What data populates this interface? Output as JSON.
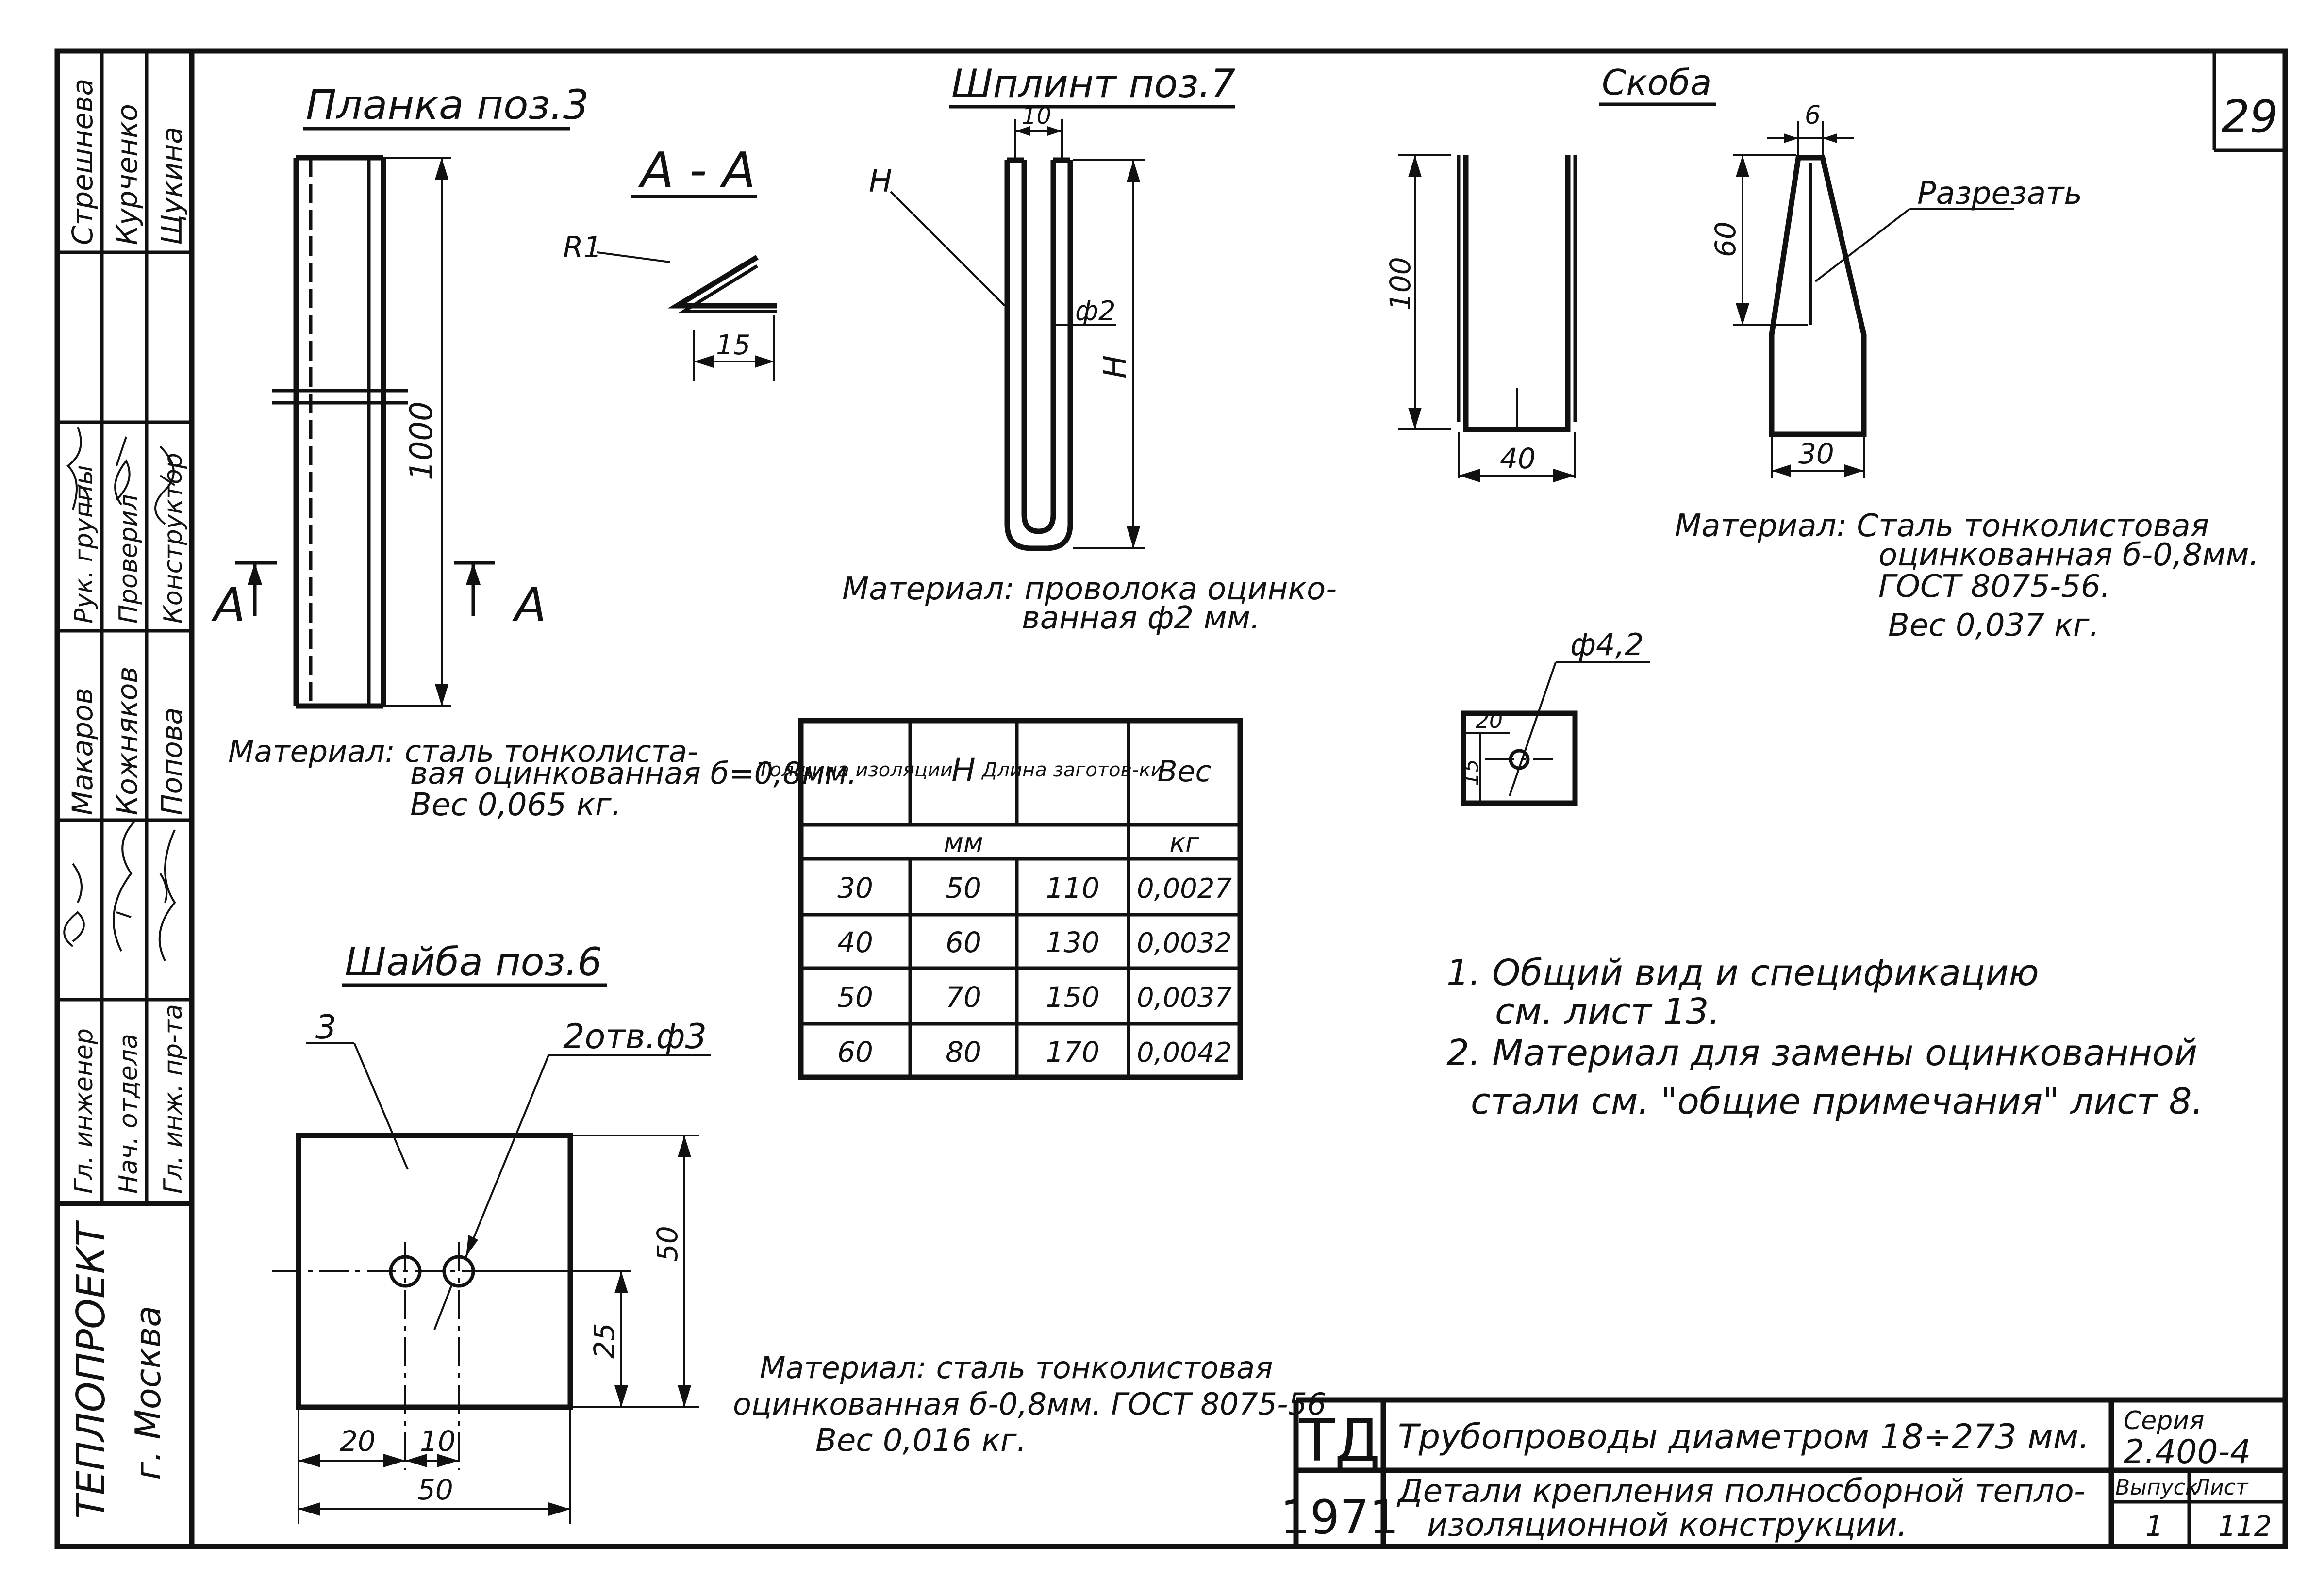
{
  "sheet_number": "29",
  "side_stamp": {
    "roles": [
      "Гл. инженер",
      "Нач. отдела",
      "Гл. инж. пр-та",
      "Рук. группы",
      "Проверил",
      "Конструктор"
    ],
    "names": [
      "Стрешнева",
      "Курченко",
      "Щукина",
      "Макаров",
      "Кожняков",
      "Попова"
    ],
    "org": "ТЕПЛОПРОЕКТ",
    "city": "г. Москва"
  },
  "planka": {
    "title": "Планка поз.3",
    "section_title": "А - А",
    "section_mark": "А",
    "dim_length": "1000",
    "dim_r": "R1",
    "dim_flange": "15",
    "material_1": "Материал: сталь тонколиста-",
    "material_2": "вая оцинкованная б=0,8мм.",
    "weight": "Вес 0,065 кг."
  },
  "shplint": {
    "title": "Шплинт поз.7",
    "dim_gap": "10",
    "dim_dia": "ф2",
    "label_h_leader": "Н",
    "label_h_dim": "Н",
    "material_1": "Материал: проволока оцинко-",
    "material_2": "ванная ф2 мм."
  },
  "skoba": {
    "title": "Скоба",
    "dim_height": "100",
    "dim_width": "40",
    "dim_top": "6",
    "dim_cut_height": "60",
    "dim_bottom": "30",
    "cut_label": "Разрезать",
    "hole_dia": "ф4,2",
    "hole_dim_1": "20",
    "hole_dim_2": "15",
    "material_1": "Материал: Сталь тонколистовая",
    "material_2": "оцинкованная б-0,8мм.",
    "material_3": "ГОСТ 8075-56.",
    "weight": "Вес 0,037 кг."
  },
  "shaiba": {
    "title": "Шайба поз.6",
    "leader_3": "3",
    "holes_label": "2отв.ф3",
    "dim_height": "50",
    "dim_hole_y": "25",
    "dim_left": "20",
    "dim_gap": "10",
    "dim_width": "50",
    "material_1": "Материал: сталь тонколистовая",
    "material_2": "оцинкованная б-0,8мм. ГОСТ 8075-56",
    "weight": "Вес 0,016 кг."
  },
  "table": {
    "headers": [
      "Толщина изоляции",
      "Н",
      "Длина заготов-ки",
      "Вес"
    ],
    "units": [
      "мм",
      "кг"
    ],
    "rows": [
      [
        "30",
        "50",
        "110",
        "0,0027"
      ],
      [
        "40",
        "60",
        "130",
        "0,0032"
      ],
      [
        "50",
        "70",
        "150",
        "0,0037"
      ],
      [
        "60",
        "80",
        "170",
        "0,0042"
      ]
    ]
  },
  "notes": [
    "1. Общий вид и спецификацию",
    "см. лист 13.",
    "2. Материал для замены оцинкованной",
    "стали см. \"общие примечания\" лист 8."
  ],
  "title_block": {
    "logo_top": "ТД",
    "logo_bottom": "1971",
    "title_1": "Трубопроводы диаметром 18÷273 мм.",
    "title_2a": "Детали крепления полносборной тепло-",
    "title_2b": "изоляционной конструкции.",
    "series_label": "Серия",
    "series_value": "2.400-4",
    "issue_label": "Выпуск",
    "issue_value": "1",
    "sheet_label": "Лист",
    "sheet_value": "112"
  }
}
